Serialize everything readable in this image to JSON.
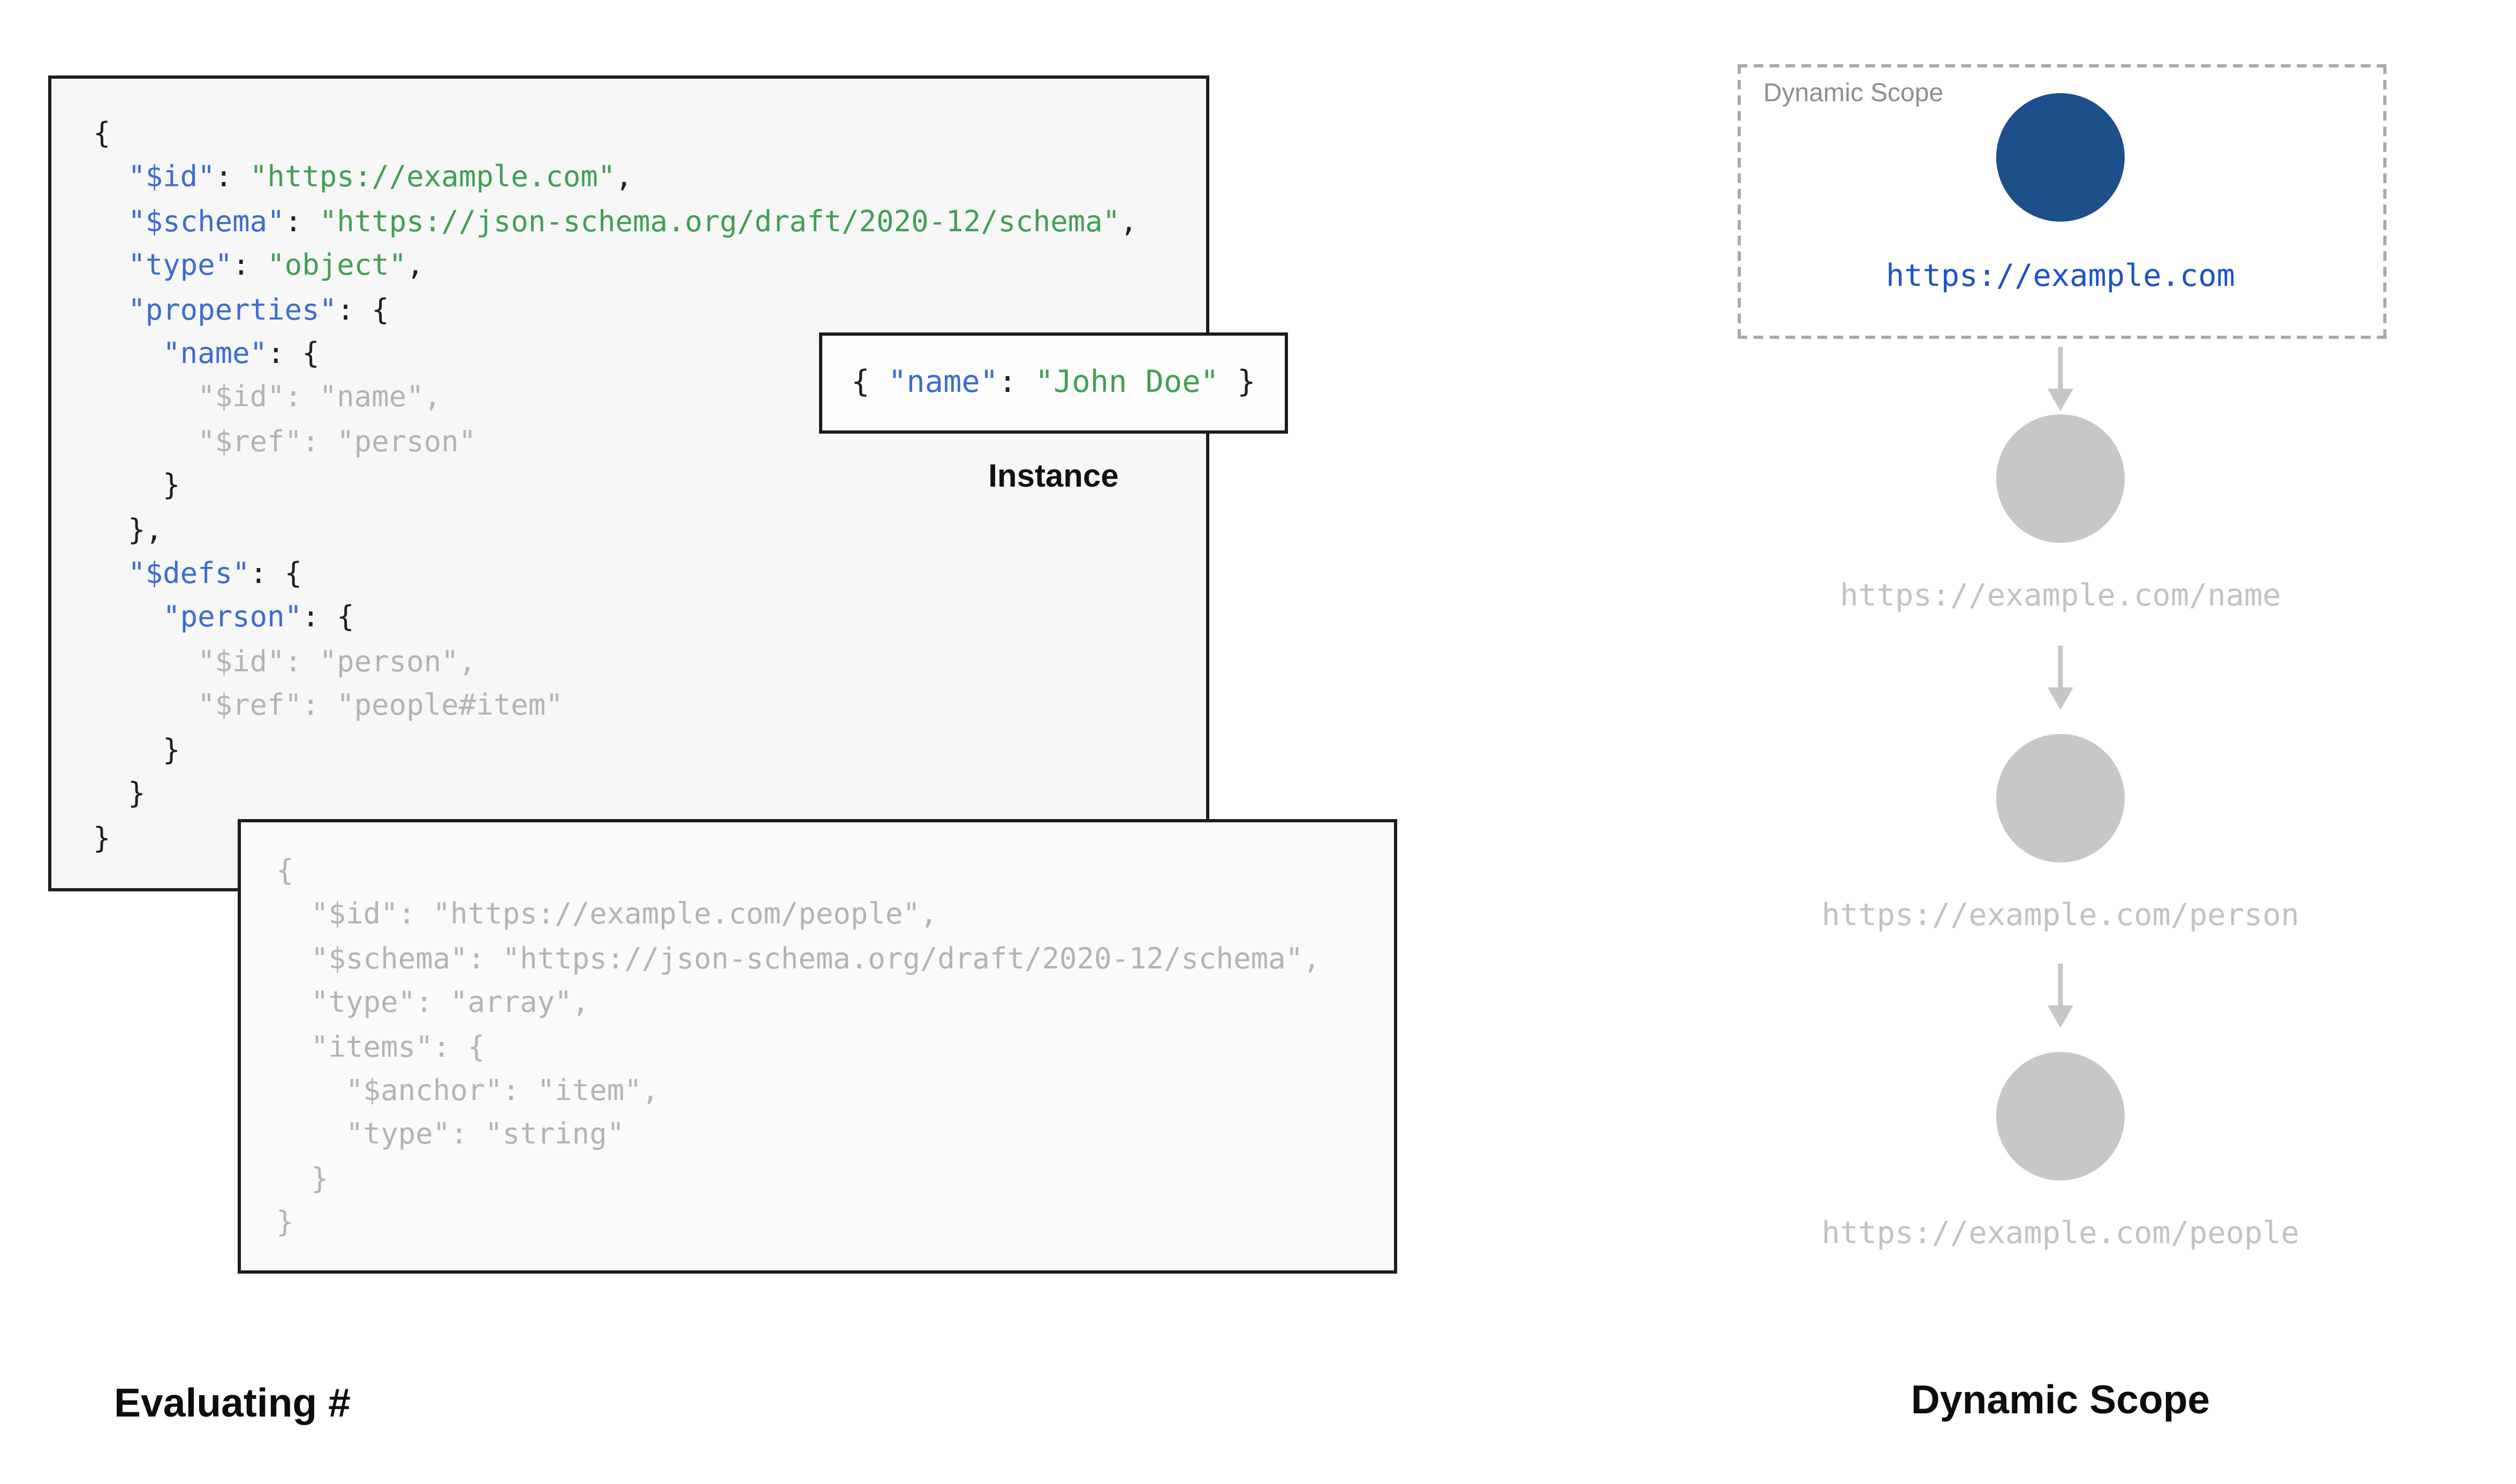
{
  "left": {
    "main_schema": {
      "lines": [
        [
          {
            "t": "{",
            "c": "p"
          }
        ],
        [
          {
            "t": "  ",
            "c": "p"
          },
          {
            "t": "\"$id\"",
            "c": "k"
          },
          {
            "t": ": ",
            "c": "p"
          },
          {
            "t": "\"https://example.com\"",
            "c": "v"
          },
          {
            "t": ",",
            "c": "p"
          }
        ],
        [
          {
            "t": "  ",
            "c": "p"
          },
          {
            "t": "\"$schema\"",
            "c": "k"
          },
          {
            "t": ": ",
            "c": "p"
          },
          {
            "t": "\"https://json-schema.org/draft/2020-12/schema\"",
            "c": "v"
          },
          {
            "t": ",",
            "c": "p"
          }
        ],
        [
          {
            "t": "  ",
            "c": "p"
          },
          {
            "t": "\"type\"",
            "c": "k"
          },
          {
            "t": ": ",
            "c": "p"
          },
          {
            "t": "\"object\"",
            "c": "v"
          },
          {
            "t": ",",
            "c": "p"
          }
        ],
        [
          {
            "t": "  ",
            "c": "p"
          },
          {
            "t": "\"properties\"",
            "c": "k"
          },
          {
            "t": ": {",
            "c": "p"
          }
        ],
        [
          {
            "t": "    ",
            "c": "p"
          },
          {
            "t": "\"name\"",
            "c": "k"
          },
          {
            "t": ": {",
            "c": "p"
          }
        ],
        [
          {
            "t": "      \"$id\": \"name\",",
            "c": "g"
          }
        ],
        [
          {
            "t": "      \"$ref\": \"person\"",
            "c": "g"
          }
        ],
        [
          {
            "t": "    }",
            "c": "p"
          }
        ],
        [
          {
            "t": "  },",
            "c": "p"
          }
        ],
        [
          {
            "t": "  ",
            "c": "p"
          },
          {
            "t": "\"$defs\"",
            "c": "k"
          },
          {
            "t": ": {",
            "c": "p"
          }
        ],
        [
          {
            "t": "    ",
            "c": "p"
          },
          {
            "t": "\"person\"",
            "c": "k"
          },
          {
            "t": ": {",
            "c": "p"
          }
        ],
        [
          {
            "t": "      \"$id\": \"person\",",
            "c": "g"
          }
        ],
        [
          {
            "t": "      \"$ref\": \"people#item\"",
            "c": "g"
          }
        ],
        [
          {
            "t": "    }",
            "c": "p"
          }
        ],
        [
          {
            "t": "  }",
            "c": "p"
          }
        ],
        [
          {
            "t": "}",
            "c": "p"
          }
        ]
      ]
    },
    "instance": {
      "lines": [
        [
          {
            "t": "{ ",
            "c": "p"
          },
          {
            "t": "\"name\"",
            "c": "k"
          },
          {
            "t": ": ",
            "c": "p"
          },
          {
            "t": "\"John Doe\"",
            "c": "v"
          },
          {
            "t": " }",
            "c": "p"
          }
        ]
      ],
      "label": "Instance"
    },
    "people_schema": {
      "lines": [
        "{",
        "  \"$id\": \"https://example.com/people\",",
        "  \"$schema\": \"https://json-schema.org/draft/2020-12/schema\",",
        "  \"type\": \"array\",",
        "  \"items\": {",
        "    \"$anchor\": \"item\",",
        "    \"type\": \"string\"",
        "  }",
        "}"
      ]
    },
    "caption": "Evaluating #"
  },
  "right": {
    "scope_box_label": "Dynamic Scope",
    "nodes": [
      {
        "url": "https://example.com",
        "state": "active"
      },
      {
        "url": "https://example.com/name",
        "state": "inactive"
      },
      {
        "url": "https://example.com/person",
        "state": "inactive"
      },
      {
        "url": "https://example.com/people",
        "state": "inactive"
      }
    ],
    "caption": "Dynamic Scope"
  },
  "colors": {
    "key_blue": "#3b6cd4",
    "value_green": "#3fa052",
    "faded_gray": "#b4b4b4",
    "active_node_blue": "#1d4f8b",
    "active_url_blue": "#1d52c9",
    "inactive_gray": "#c7c7c7"
  }
}
